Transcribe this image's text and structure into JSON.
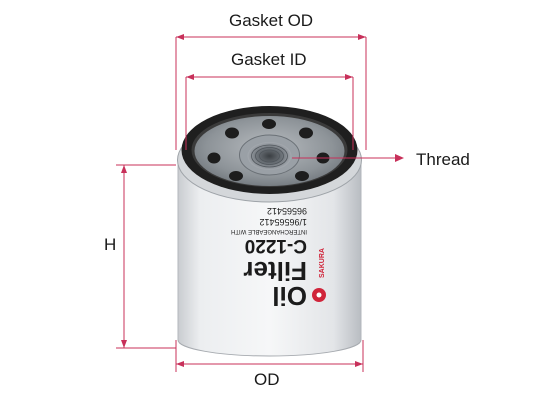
{
  "labels": {
    "gasket_od": "Gasket OD",
    "gasket_id": "Gasket ID",
    "thread": "Thread",
    "height": "H",
    "od": "OD"
  },
  "product": {
    "line1": "Oil",
    "line2": "Filter",
    "model": "C-1220",
    "interchange": "INTERCHANGEABLE WITH",
    "ref1": "1/96565412",
    "ref2": "96565412",
    "brand": "SAKURA"
  },
  "colors": {
    "dimension_line": "#c8305a",
    "thread_arrow": "#c8305a",
    "gasket": "#1f1f1f",
    "base_plate": "#8f959b",
    "can_body": "#eef0f2",
    "brand_red": "#d0243a"
  }
}
